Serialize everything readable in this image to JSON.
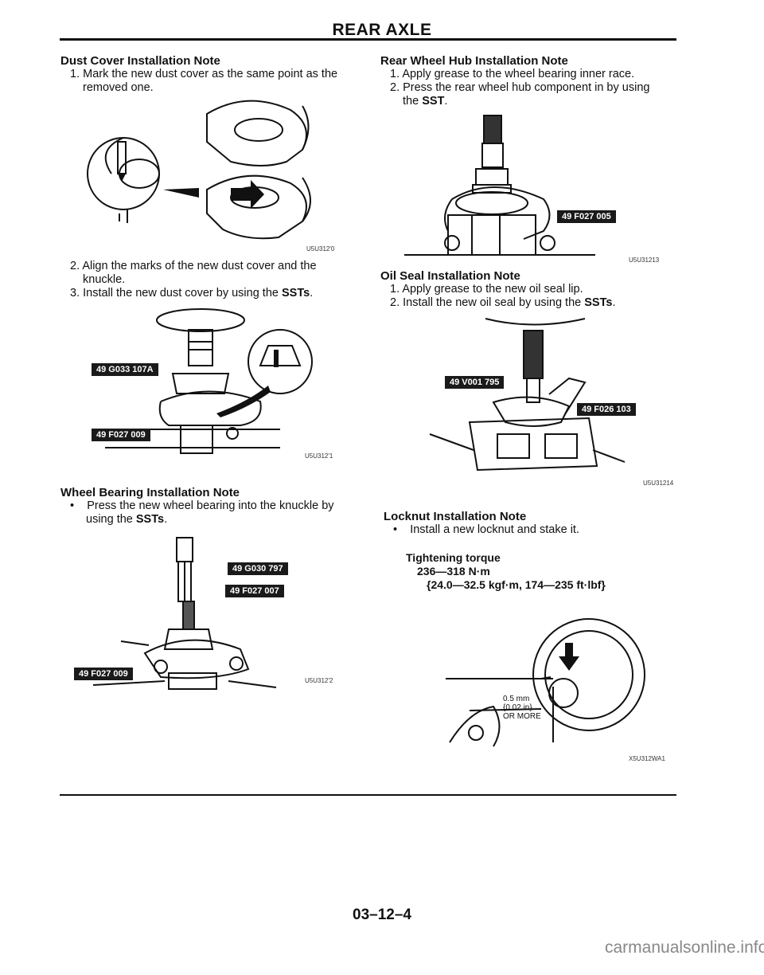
{
  "header": {
    "title": "REAR AXLE"
  },
  "left": {
    "dust_cover": {
      "title": "Dust Cover Installation Note",
      "step1_a": "1. Mark the new dust cover as the same point as the",
      "step1_b": "removed one.",
      "fig1_code": "U5U312'0",
      "step2_a": "2. Align the marks of the new dust cover and the",
      "step2_b": "knuckle.",
      "step3_pre": "3. Install the new dust cover by using the ",
      "step3_bold": "SSTs",
      "step3_post": ".",
      "fig2_labels": [
        "49 G033 107A",
        "49 F027 009"
      ],
      "fig2_code": "U5U312'1"
    },
    "wheel_bearing": {
      "title": "Wheel Bearing Installation Note",
      "bullet_a": "Press the new wheel bearing into the knuckle by",
      "bullet_b_pre": "using the ",
      "bullet_b_bold": "SSTs",
      "bullet_b_post": ".",
      "fig_labels": [
        "49 G030 797",
        "49 F027 007",
        "49 F027 009"
      ],
      "fig_code": "U5U312'2"
    }
  },
  "right": {
    "hub": {
      "title": "Rear Wheel Hub Installation Note",
      "step1": "1. Apply grease to the wheel bearing inner race.",
      "step2_a": "2. Press the rear wheel hub component in by using",
      "step2_b_pre": "the ",
      "step2_b_bold": "SST",
      "step2_b_post": ".",
      "fig_label": "49 F027 005",
      "fig_code": "U5U31213"
    },
    "oil_seal": {
      "title": "Oil Seal Installation Note",
      "step1": "1. Apply grease to the new oil seal lip.",
      "step2_pre": "2. Install the new oil seal by using the ",
      "step2_bold": "SSTs",
      "step2_post": ".",
      "fig_labels": [
        "49 V001 795",
        "49 F026 103"
      ],
      "fig_code": "U5U31214"
    },
    "locknut": {
      "title": "Locknut Installation Note",
      "bullet": "Install a new locknut and stake it.",
      "torque_title": "Tightening torque",
      "torque_nm": "236—318 N·m",
      "torque_other": "{24.0—32.5 kgf·m, 174—235 ft·lbf}",
      "fig_callout": [
        "0.5 mm",
        "{0.02 in}",
        "OR MORE"
      ],
      "fig_code": "X5U312WA1"
    }
  },
  "footer": {
    "page_number": "03–12–4",
    "watermark": "carmanualsonline.info"
  }
}
